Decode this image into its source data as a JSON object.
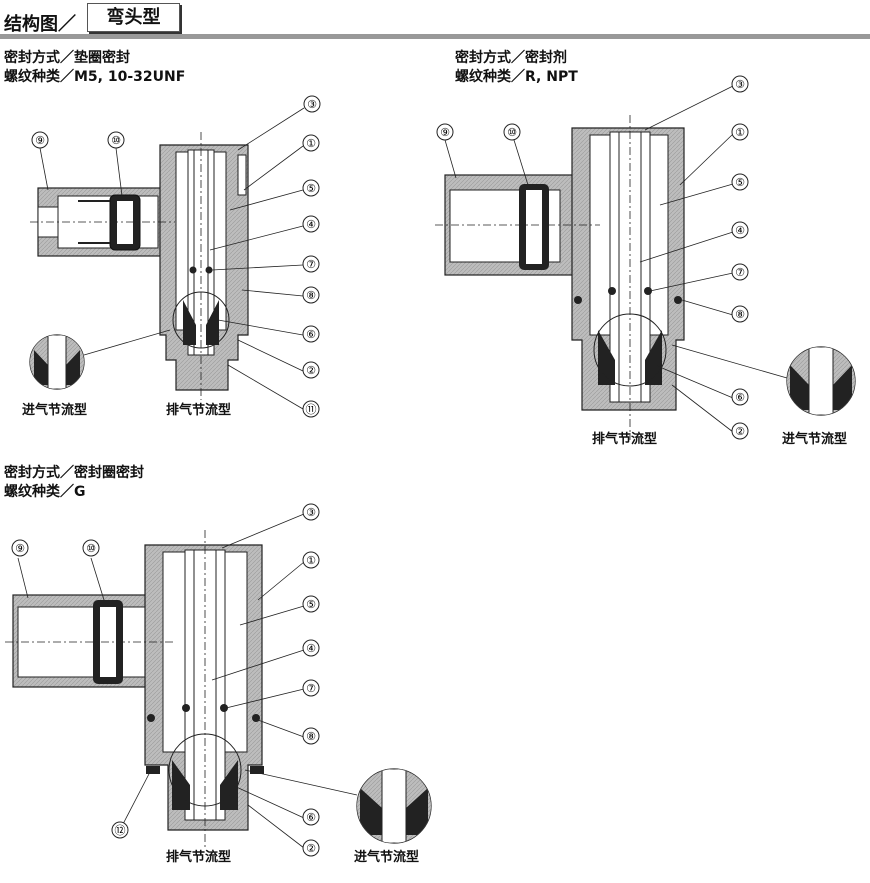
{
  "header": {
    "title": "结构图／",
    "tab": "弯头型"
  },
  "sections": [
    {
      "seal_label": "密封方式／垫圈密封",
      "thread_label": "螺纹种类／M5, 10-32UNF",
      "captions": [
        "进气节流型",
        "排气节流型"
      ]
    },
    {
      "seal_label": "密封方式／密封剂",
      "thread_label": "螺纹种类／R, NPT",
      "captions": [
        "排气节流型",
        "进气节流型"
      ]
    },
    {
      "seal_label": "密封方式／密封圈密封",
      "thread_label": "螺纹种类／G",
      "captions": [
        "排气节流型",
        "进气节流型"
      ]
    }
  ],
  "part_numbers": [
    "①",
    "②",
    "③",
    "④",
    "⑤",
    "⑥",
    "⑦",
    "⑧",
    "⑨",
    "⑩",
    "⑪",
    "⑫"
  ]
}
